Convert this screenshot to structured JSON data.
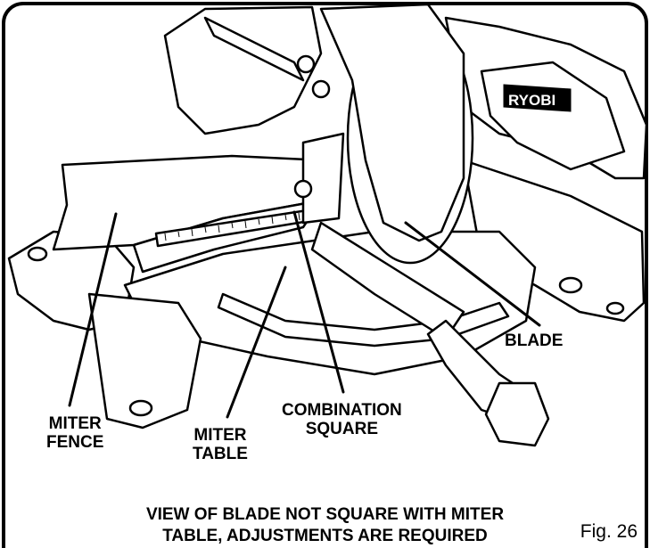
{
  "labels": {
    "blade": "BLADE",
    "miter_fence": [
      "MITER",
      "FENCE"
    ],
    "miter_table": [
      "MITER",
      "TABLE"
    ],
    "combination_square": [
      "COMBINATION",
      "SQUARE"
    ]
  },
  "brand": "RYOBI",
  "caption": [
    "VIEW OF BLADE NOT SQUARE WITH MITER",
    "TABLE, ADJUSTMENTS ARE REQUIRED"
  ],
  "figure_label": "Fig. 26",
  "colors": {
    "ink": "#000000",
    "paper": "#ffffff"
  }
}
